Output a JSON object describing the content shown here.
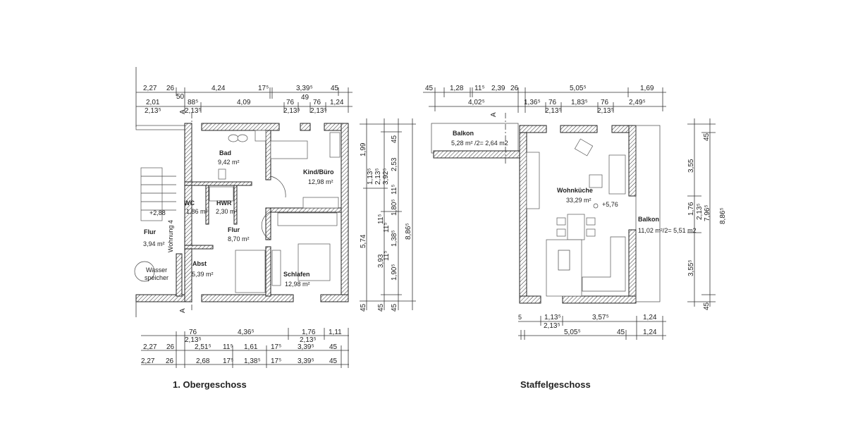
{
  "obergeschoss": {
    "title": "1.  Obergeschoss",
    "rooms": [
      {
        "name": "Bad",
        "area": "9,42 m²"
      },
      {
        "name": "Kind/Büro",
        "area": "12,98 m²"
      },
      {
        "name": "WC",
        "area": "1,86 m²"
      },
      {
        "name": "HWR",
        "area": "2,30 m²"
      },
      {
        "name": "Flur",
        "area": "8,70 m²"
      },
      {
        "name": "Flur",
        "area": "3,94 m²"
      },
      {
        "name": "Abst",
        "area": "5,39 m²"
      },
      {
        "name": "Schlafen",
        "area": "12,98 m²"
      }
    ],
    "level": "+2,88",
    "wohnung": "Wohnung 4",
    "wasserspeicher": [
      "Wasser",
      "speicher"
    ],
    "section_marker": "A",
    "dims_top_1": [
      "2,27",
      "26",
      "4,24",
      "17⁵",
      "3,39⁵",
      "45",
      "50",
      "49"
    ],
    "dims_top_2": [
      "2,01",
      "2,13⁵",
      "88⁵",
      "2,13⁵",
      "4,09",
      "76",
      "2,13⁵",
      "76",
      "2,13⁵",
      "1,24"
    ],
    "dims_right": [
      "1,99",
      "5,74",
      "45",
      "1,13⁵",
      "2,13⁵",
      "3,92⁵",
      "11⁵",
      "3,93",
      "45",
      "45",
      "2,53",
      "11⁵",
      "1,80⁵",
      "11⁵",
      "1,38⁵",
      "11⁵",
      "1,90⁵",
      "45",
      "8,86⁵"
    ],
    "dims_bottom_1": [
      "76",
      "2,13⁵",
      "4,36⁵",
      "1,76",
      "2,13⁵",
      "1,11"
    ],
    "dims_bottom_2": [
      "2,27",
      "26",
      "2,51⁵",
      "11⁵",
      "1,61",
      "17⁵",
      "3,39⁵",
      "45"
    ],
    "dims_bottom_3": [
      "2,27",
      "26",
      "2,68",
      "17⁵",
      "1,38⁵",
      "17⁵",
      "3,39⁵",
      "45"
    ]
  },
  "staffelgeschoss": {
    "title": "Staffelgeschoss",
    "rooms": [
      {
        "name": "Balkon",
        "area": "5,28 m²  /2= 2,64 m2"
      },
      {
        "name": "Wohnküche",
        "area": "33,29 m²"
      },
      {
        "name": "Balkon",
        "area": "11,02 m²/2= 5,51 m2"
      }
    ],
    "level": "+5,76",
    "section_marker": "A",
    "dims_top_1": [
      "45",
      "1,28",
      "11⁵",
      "2,39",
      "26",
      "5,05⁵",
      "1,69"
    ],
    "dims_top_2": [
      "4,02⁵",
      "1,36⁵",
      "76",
      "2,13⁵",
      "1,83⁵",
      "76",
      "2,13⁵",
      "2,49⁵"
    ],
    "dims_right": [
      "3,55",
      "1,76",
      "3,55⁵",
      "2,13⁵",
      "7,96⁵",
      "45",
      "45",
      "8,86⁵"
    ],
    "dims_bottom_1": [
      "5",
      "1,13⁵",
      "2,13⁵",
      "3,57⁵",
      "1,24"
    ],
    "dims_bottom_2": [
      "5,05⁵",
      "45",
      "1,24"
    ]
  }
}
